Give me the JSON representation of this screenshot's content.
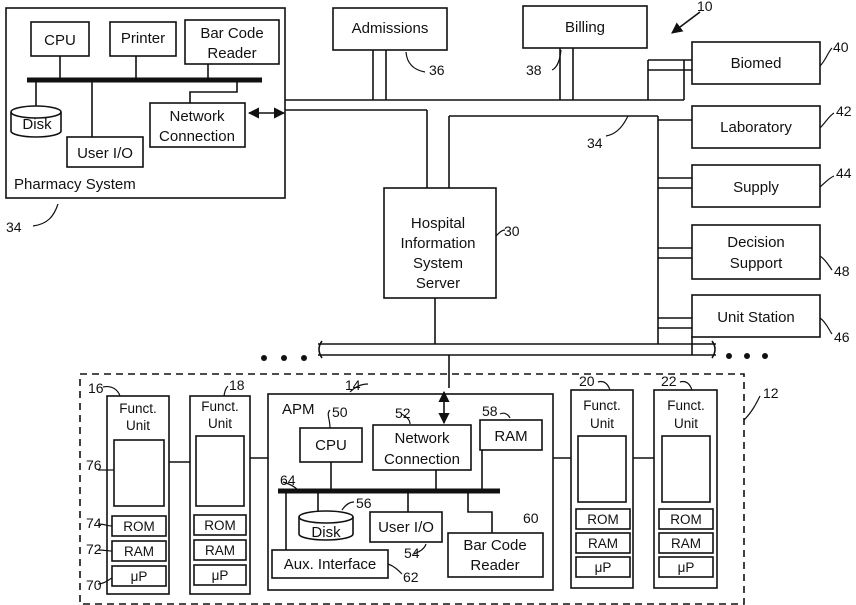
{
  "pharmacy": {
    "cpu": "CPU",
    "printer": "Printer",
    "barcode_line1": "Bar Code",
    "barcode_line2": "Reader",
    "network_line1": "Network",
    "network_line2": "Connection",
    "disk": "Disk",
    "user_io": "User I/O",
    "label": "Pharmacy System",
    "ref": "34"
  },
  "admissions": {
    "label": "Admissions",
    "ref": "36"
  },
  "billing": {
    "label": "Billing",
    "ref": "38"
  },
  "system_ref": "10",
  "network_ref": "34",
  "server": {
    "line1": "Hospital",
    "line2": "Information",
    "line3": "System",
    "line4": "Server",
    "ref": "30"
  },
  "right_units": [
    {
      "label": "Biomed",
      "ref": "40"
    },
    {
      "label": "Laboratory",
      "ref": "42"
    },
    {
      "label": "Supply",
      "ref": "44"
    },
    {
      "label_line1": "Decision",
      "label_line2": "Support",
      "ref": "48"
    },
    {
      "label": "Unit Station",
      "ref": "46"
    }
  ],
  "bedside_ref": "12",
  "funct_label_line1": "Funct.",
  "funct_label_line2": "Unit",
  "rom": "ROM",
  "ram": "RAM",
  "up": "μP",
  "funct_units": {
    "u16": {
      "ref": "16"
    },
    "u18": {
      "ref": "18"
    },
    "u20": {
      "ref": "20"
    },
    "u22": {
      "ref": "22"
    }
  },
  "component_refs": {
    "display": "76",
    "rom": "74",
    "ram": "72",
    "up": "70"
  },
  "apm": {
    "label": "APM",
    "ref": "14",
    "cpu": "CPU",
    "cpu_ref": "50",
    "network_line1": "Network",
    "network_line2": "Connection",
    "network_ref": "52",
    "ram": "RAM",
    "ram_ref": "58",
    "bus_ref": "64",
    "disk": "Disk",
    "disk_ref": "56",
    "user_io": "User I/O",
    "user_io_ref": "54",
    "barcode_line1": "Bar Code",
    "barcode_line2": "Reader",
    "barcode_ref": "60",
    "aux": "Aux. Interface",
    "aux_ref": "62"
  }
}
